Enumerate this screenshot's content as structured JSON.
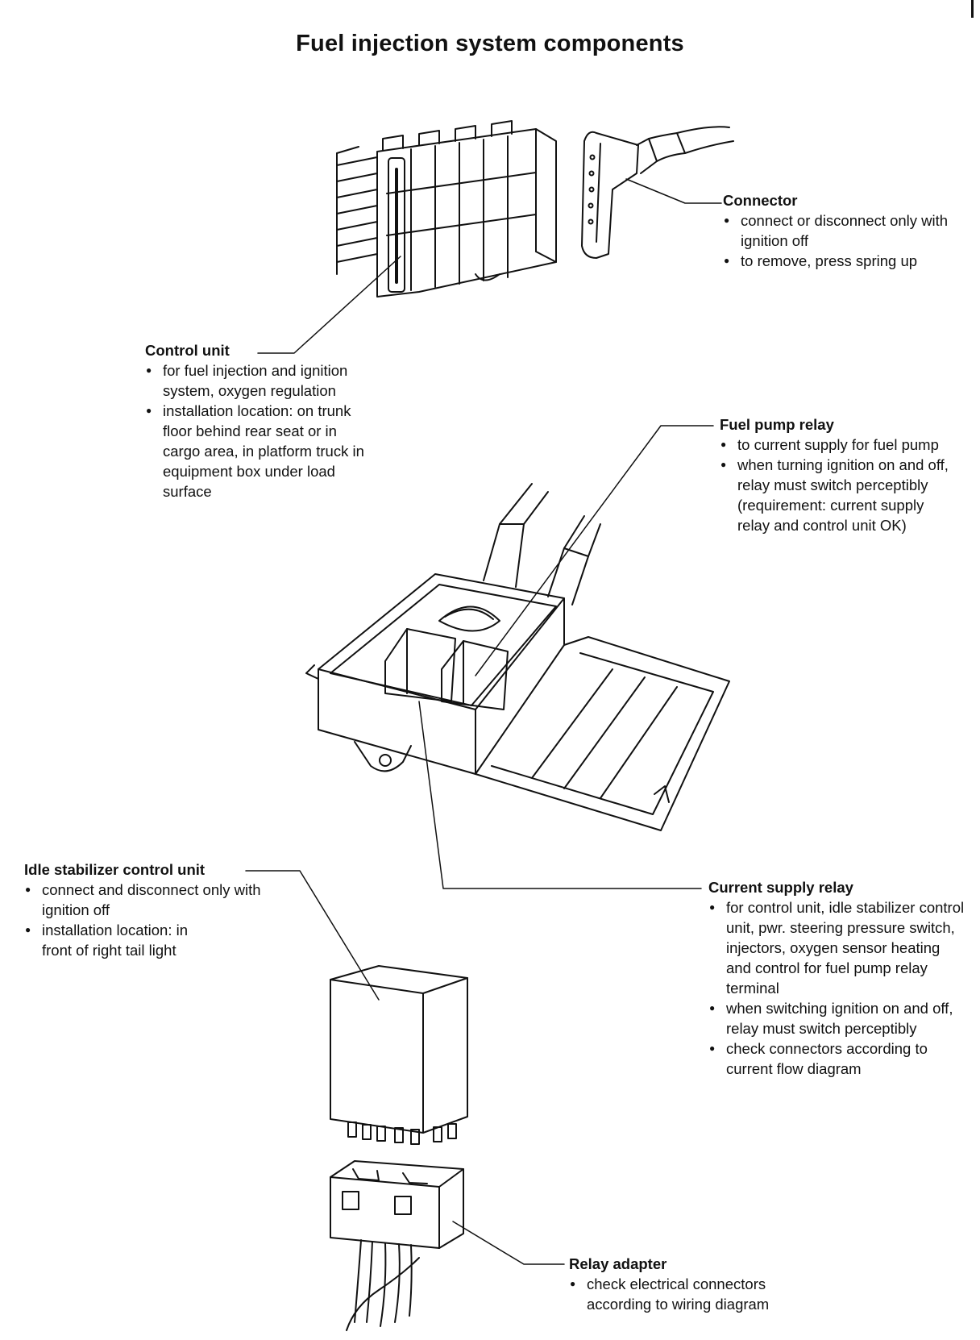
{
  "title": "Fuel injection system components",
  "components": {
    "connector": {
      "title": "Connector",
      "bullets": [
        "connect or disconnect only with ignition off",
        "to remove, press spring up"
      ]
    },
    "control_unit": {
      "title": "Control unit",
      "bullets": [
        "for fuel injection and ignition system, oxygen regulation",
        "installation location: on trunk floor behind rear seat or in cargo area, in platform truck in equipment box under load surface"
      ]
    },
    "fuel_pump_relay": {
      "title": "Fuel pump relay",
      "bullets": [
        "to current supply for fuel pump",
        "when turning ignition on and off, relay must switch perceptibly (requirement: current supply relay and control unit OK)"
      ]
    },
    "idle_stabilizer": {
      "title": "Idle stabilizer control unit",
      "bullets": [
        "connect and disconnect only with ignition off",
        "installation location: in front of right tail light"
      ]
    },
    "current_supply_relay": {
      "title": "Current supply relay",
      "bullets": [
        "for control unit, idle stabilizer control unit, pwr. steering pressure switch, injectors, oxygen sensor heating and control for fuel pump relay terminal",
        "when switching ignition on and off, relay must switch perceptibly",
        "check connectors according to current flow diagram"
      ]
    },
    "relay_adapter": {
      "title": "Relay adapter",
      "bullets": [
        "check electrical connectors according to wiring diagram"
      ]
    }
  }
}
